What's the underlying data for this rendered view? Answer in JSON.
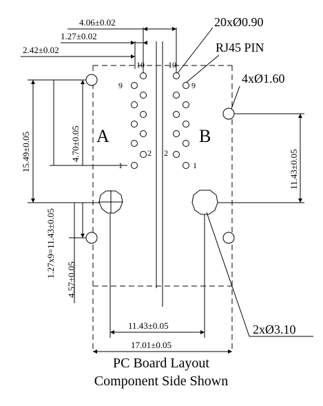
{
  "dimensions": {
    "d_4_06": "4.06±0.02",
    "d_1_27": "1.27±0.02",
    "d_2_42": "2.42±0.02",
    "d_15_49": "15.49±0.05",
    "d_4_70": "4.70±0.05",
    "d_11_43_v": "11.43±0.05",
    "d_1_27x9": "1.27x9=11.43±0.05",
    "d_4_57": "4.57±0.05",
    "d_11_43_h": "11.43±0.05",
    "d_17_01": "17.01±0.05"
  },
  "callouts": {
    "pin_holes": "20xØ0.90",
    "rj45": "RJ45 PIN",
    "mount_small": "4xØ1.60",
    "mount_large": "2xØ3.10"
  },
  "ports": {
    "a": "A",
    "b": "B"
  },
  "pin_numbers": {
    "a_10": "10",
    "a_9": "9",
    "a_2": "2",
    "a_1": "1",
    "b_10": "10",
    "b_9": "9",
    "b_2": "2",
    "b_1": "1"
  },
  "caption": {
    "line1": "PC Board Layout",
    "line2": "Component Side Shown"
  }
}
